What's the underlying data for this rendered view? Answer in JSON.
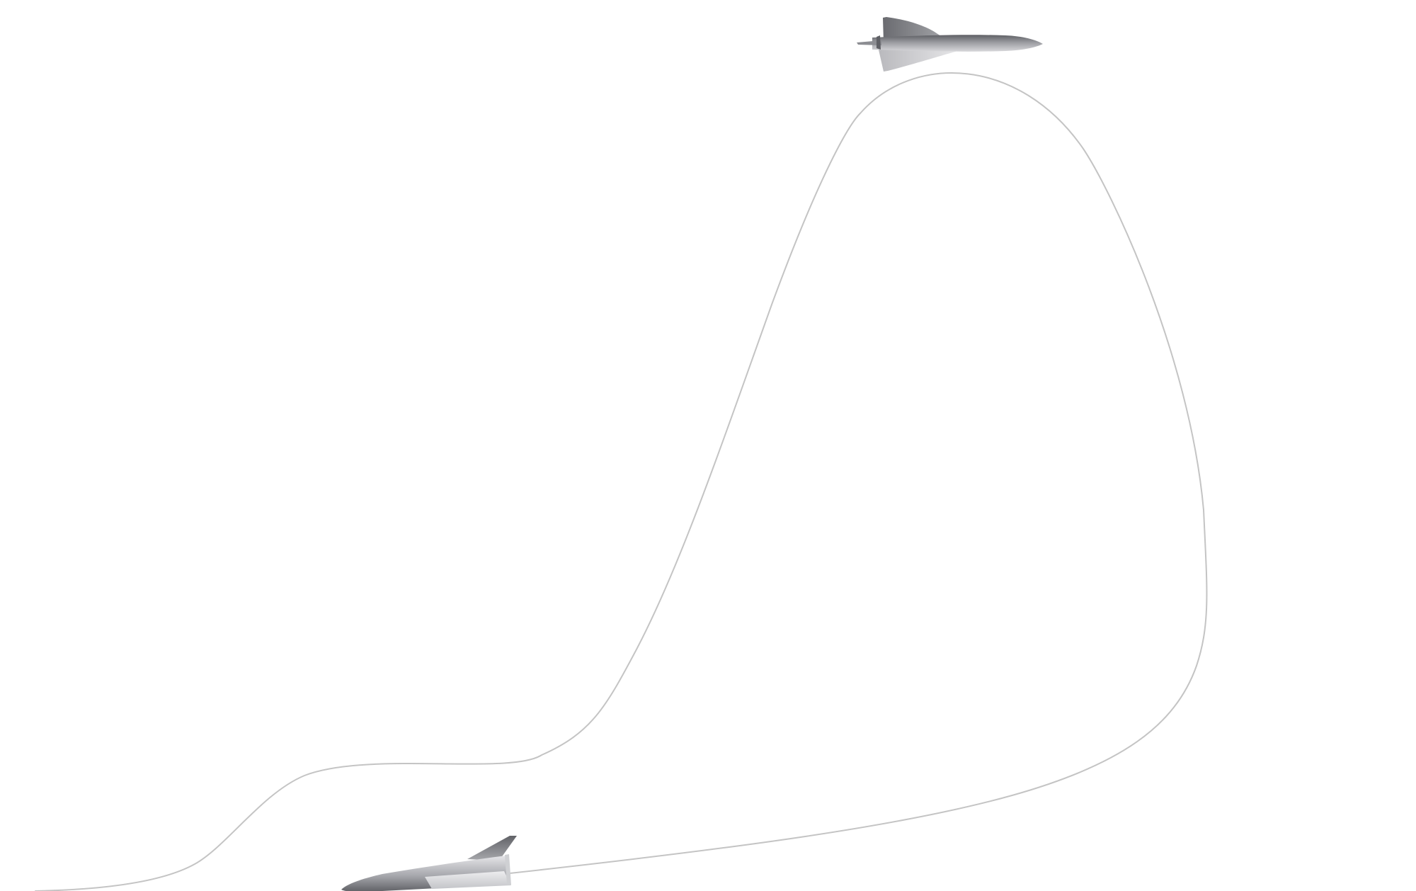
{
  "scene": {
    "background_color": "#ffffff",
    "path_color": "#c4c4c4",
    "vehicle_tone_dark": "#6f6f73",
    "vehicle_tone_light": "#e6e6e8",
    "vehicles": [
      {
        "name": "upper-aircraft",
        "heading": "right"
      },
      {
        "name": "lower-aircraft",
        "heading": "left"
      }
    ]
  }
}
